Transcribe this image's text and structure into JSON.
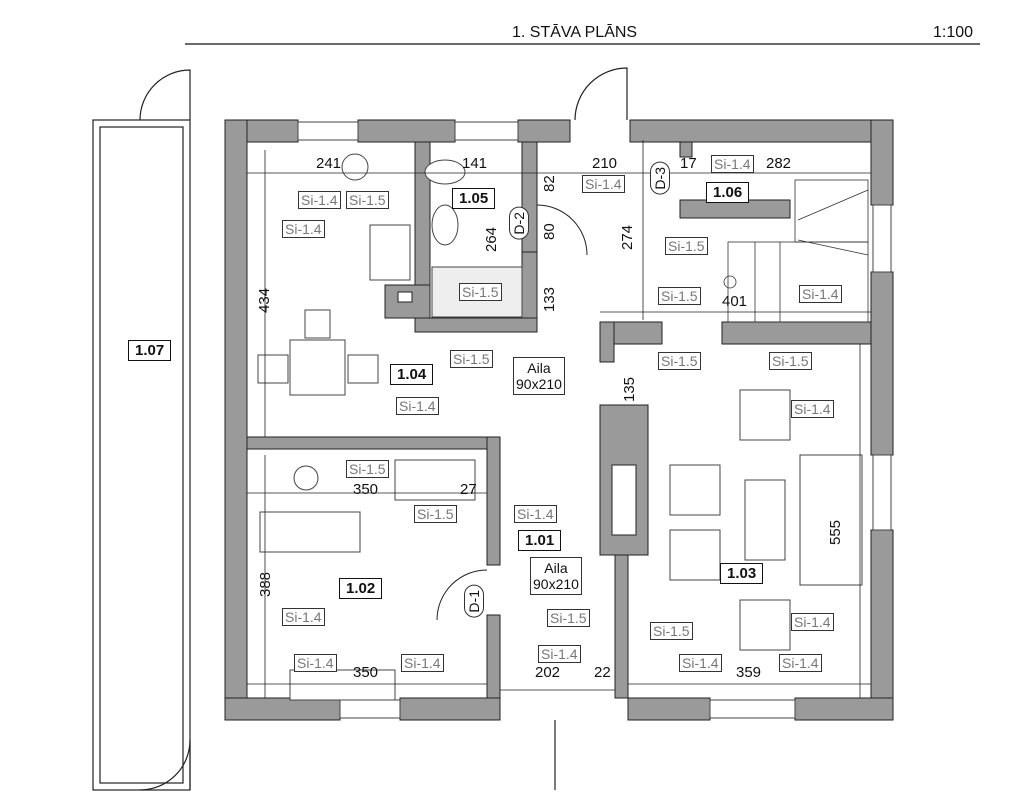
{
  "header": {
    "title": "1. STĀVA PLĀNS",
    "scale": "1:100"
  },
  "rooms": [
    "1.01",
    "1.02",
    "1.03",
    "1.04",
    "1.05",
    "1.06",
    "1.07"
  ],
  "doors": [
    "D-1",
    "D-2",
    "D-3"
  ],
  "openings": [
    {
      "label": "Aila",
      "size": "90x210"
    },
    {
      "label": "Aila",
      "size": "90x210"
    }
  ],
  "dims": {
    "d241": "241",
    "d141": "141",
    "d82": "82",
    "d210": "210",
    "d17": "17",
    "d282": "282",
    "d264": "264",
    "d80": "80",
    "d274": "274",
    "d133": "133",
    "d434": "434",
    "d401": "401",
    "d135": "135",
    "d350a": "350",
    "d27": "27",
    "d388": "388",
    "d350b": "350",
    "d202": "202",
    "d22": "22",
    "d359": "359",
    "d555": "555"
  },
  "tags": {
    "a": "Si-1.4",
    "b": "Si-1.5"
  }
}
